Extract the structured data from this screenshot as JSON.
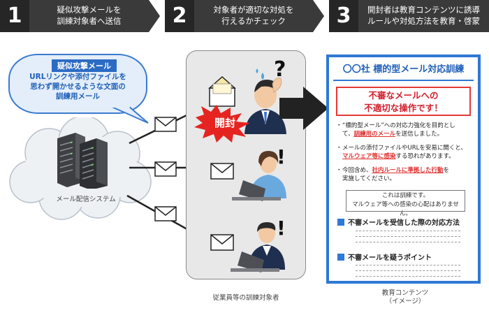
{
  "steps": [
    {
      "number": "1",
      "text_1": "疑似攻撃メールを",
      "text_2": "訓練対象者へ送信"
    },
    {
      "number": "2",
      "text_1": "対象者が適切な対処を",
      "text_2": "行えるかチェック"
    },
    {
      "number": "3",
      "text_1": "開封者は教育コンテンツに誘導",
      "text_2": "ルールや対処方法を教育・啓蒙"
    }
  ],
  "bubble": {
    "tag": "疑似攻撃メール",
    "line_1": "URLリンクや添付ファイルを",
    "line_2": "思わず開かせるような文面の",
    "line_3": "訓練用メール"
  },
  "server_label": "メール配信システム",
  "opened_label": "開封",
  "question_mark": "?",
  "exclaim_mark": "!",
  "targets_caption": "従業員等の訓練対象者",
  "education": {
    "title": "〇〇社 標的型メール対応訓練",
    "warning_1": "不審なメールへの",
    "warning_2": "不適切な操作です！",
    "bullet": "・",
    "b1_a": "“標的型メール”への対応力強化を目的とし",
    "b1_b": "て、",
    "b1_red": "訓練用のメール",
    "b1_c": "を送信しました。",
    "b2_a": "メールの添付ファイルやURLを安易に開くと、",
    "b2_red": "マルウェア等に感染",
    "b2_b": "する恐れがあります。",
    "b3_a": "今回含め、",
    "b3_red": "社内ルールに準拠した行動",
    "b3_b": "を",
    "b3_c": "実施してください。",
    "notice_1": "これは訓練です。",
    "notice_2": "マルウェア等への感染の心配はありません。",
    "section_1": "不審メールを受信した際の対応方法",
    "section_2": "不審メールを疑うポイント"
  },
  "edu_caption_1": "教育コンテンツ",
  "edu_caption_2": "（イメージ）",
  "colors": {
    "accent_blue": "#2e78d6",
    "alert_red": "#e53935",
    "header_dark": "#3a3a3a"
  }
}
